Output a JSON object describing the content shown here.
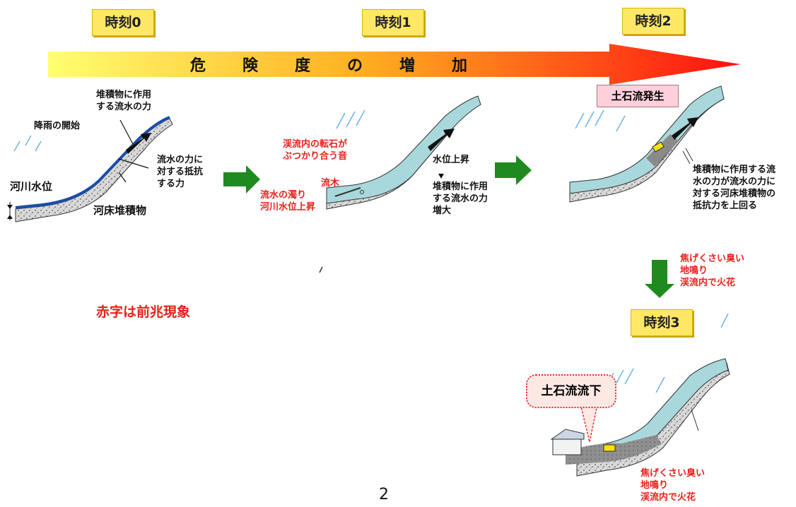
{
  "time_labels": [
    "時刻0",
    "時刻1",
    "時刻2",
    "時刻3"
  ],
  "danger_arrow": {
    "chars": [
      "危",
      "険",
      "度",
      "の",
      "増",
      "加"
    ]
  },
  "stage0": {
    "rain_start": "降雨の開始",
    "force_label": [
      "堆積物に作用",
      "する流水の力"
    ],
    "resist_label": [
      "流水の力に",
      "対する抵抗",
      "する力"
    ],
    "river_level": "河川水位",
    "bed_deposit": "河床堆積物"
  },
  "stage1": {
    "stone_sound": [
      "渓流内の転石が",
      "ぶつかり合う音"
    ],
    "driftwood": "流木",
    "muddy_rise": [
      "流水の濁り",
      "河川水位上昇"
    ],
    "water_rise": "水位上昇",
    "force_increase": [
      "堆積物に作用",
      "する流水の力",
      "増大"
    ]
  },
  "stage2": {
    "debris_flow": "土石流発生",
    "explanation": [
      "堆積物に作用する流",
      "水の力が流水の力に",
      "対する河床堆積物の",
      "抵抗力を上回る"
    ],
    "signs": [
      "焦げくさい臭い",
      "地鳴り",
      "渓流内で火花"
    ]
  },
  "stage3": {
    "debris_flow_down": "土石流流下",
    "signs": [
      "焦げくさい臭い",
      "地鳴り",
      "渓流内で火花"
    ]
  },
  "legend_note": "赤字は前兆現象",
  "page_number": "2",
  "colors": {
    "arrow_start": "#ffff66",
    "arrow_end": "#ff1010",
    "stage_arrow": "#1a8a1a",
    "water": "#9fd3d8",
    "bed": "#d4d4d4",
    "sign_red": "#e8201c"
  }
}
